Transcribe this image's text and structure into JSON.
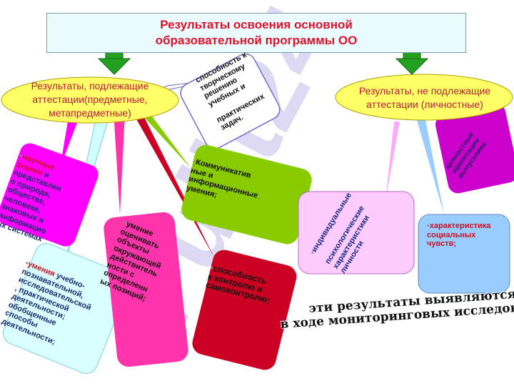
{
  "title": {
    "line1": "Результаты освоения основной",
    "line2": "образовательной программы  ОО"
  },
  "left_oval": "Результаты, подлежащие аттестации(предметные, метапредметные)",
  "right_oval": "Результаты, не подлежащие аттестации (личностные)",
  "callouts": {
    "creative": "способность к\nтворческому\nрешению\nучебных и\n\nпрактических\nзадач.",
    "knowledge_red": "научные\nзнания",
    "knowledge_rest": " и\nпредставлен\nо природе,\nобществе,\nчеловеке,\nзнаковых и\nинформацио\nых системах",
    "skills_red": "умения",
    "skills_rest": " учебно-\nпознавательной,\nисследовательской\n, практической\nдеятельности;\nобобщенные\nспособы\nдеятельности;",
    "evaluate": "умение\nоценивать\nобъекты\nокружающей\nдействитель\nности с\nопределенн\nых позиций;",
    "communicative": "Коммуникатив\nные и\nинформационные\nумения;",
    "control": "способность\nк контролю и\nсамоконтролю;",
    "individual": "индивидуальные\n\nпсихологические\nхарактеристики\nличности",
    "values": "ценностные\nориентации\nвыпускника",
    "social": "характеристика\nсоциальных\nчувств;"
  },
  "note": {
    "line1": "эти результаты выявляются",
    "line2": "в ходе мониторинговых  исследований"
  },
  "watermark": "Fullt24",
  "colors": {
    "title_text": "#e0102a",
    "oval_fill": "#ffff66",
    "arrow": "#22a020",
    "watermark": "#d9d3f0"
  }
}
